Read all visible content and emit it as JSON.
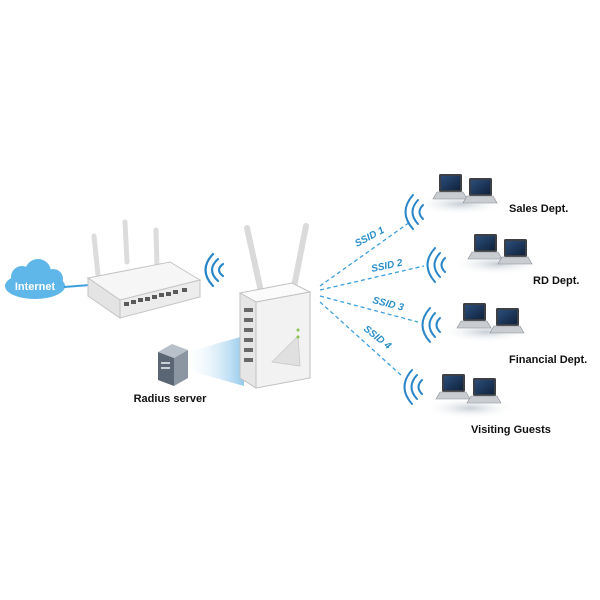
{
  "nodes": {
    "internet": "Internet",
    "radius": "Radius server"
  },
  "ssids": [
    {
      "label": "SSID 1"
    },
    {
      "label": "SSID 2"
    },
    {
      "label": "SSID 3"
    },
    {
      "label": "SSID 4"
    }
  ],
  "groups": [
    {
      "label": "Sales Dept."
    },
    {
      "label": "RD Dept."
    },
    {
      "label": "Financial Dept."
    },
    {
      "label": "Visiting Guests"
    }
  ],
  "colors": {
    "cloud": "#5fb6e8",
    "link": "#3aa0dc",
    "ssid_text": "#2a8fc9",
    "wave": "#2a86c8",
    "device": "#f4f4f4"
  },
  "icons": [
    "cloud-icon",
    "router-icon",
    "access-point-icon",
    "server-icon",
    "wifi-wave-icon",
    "laptop-icon"
  ]
}
